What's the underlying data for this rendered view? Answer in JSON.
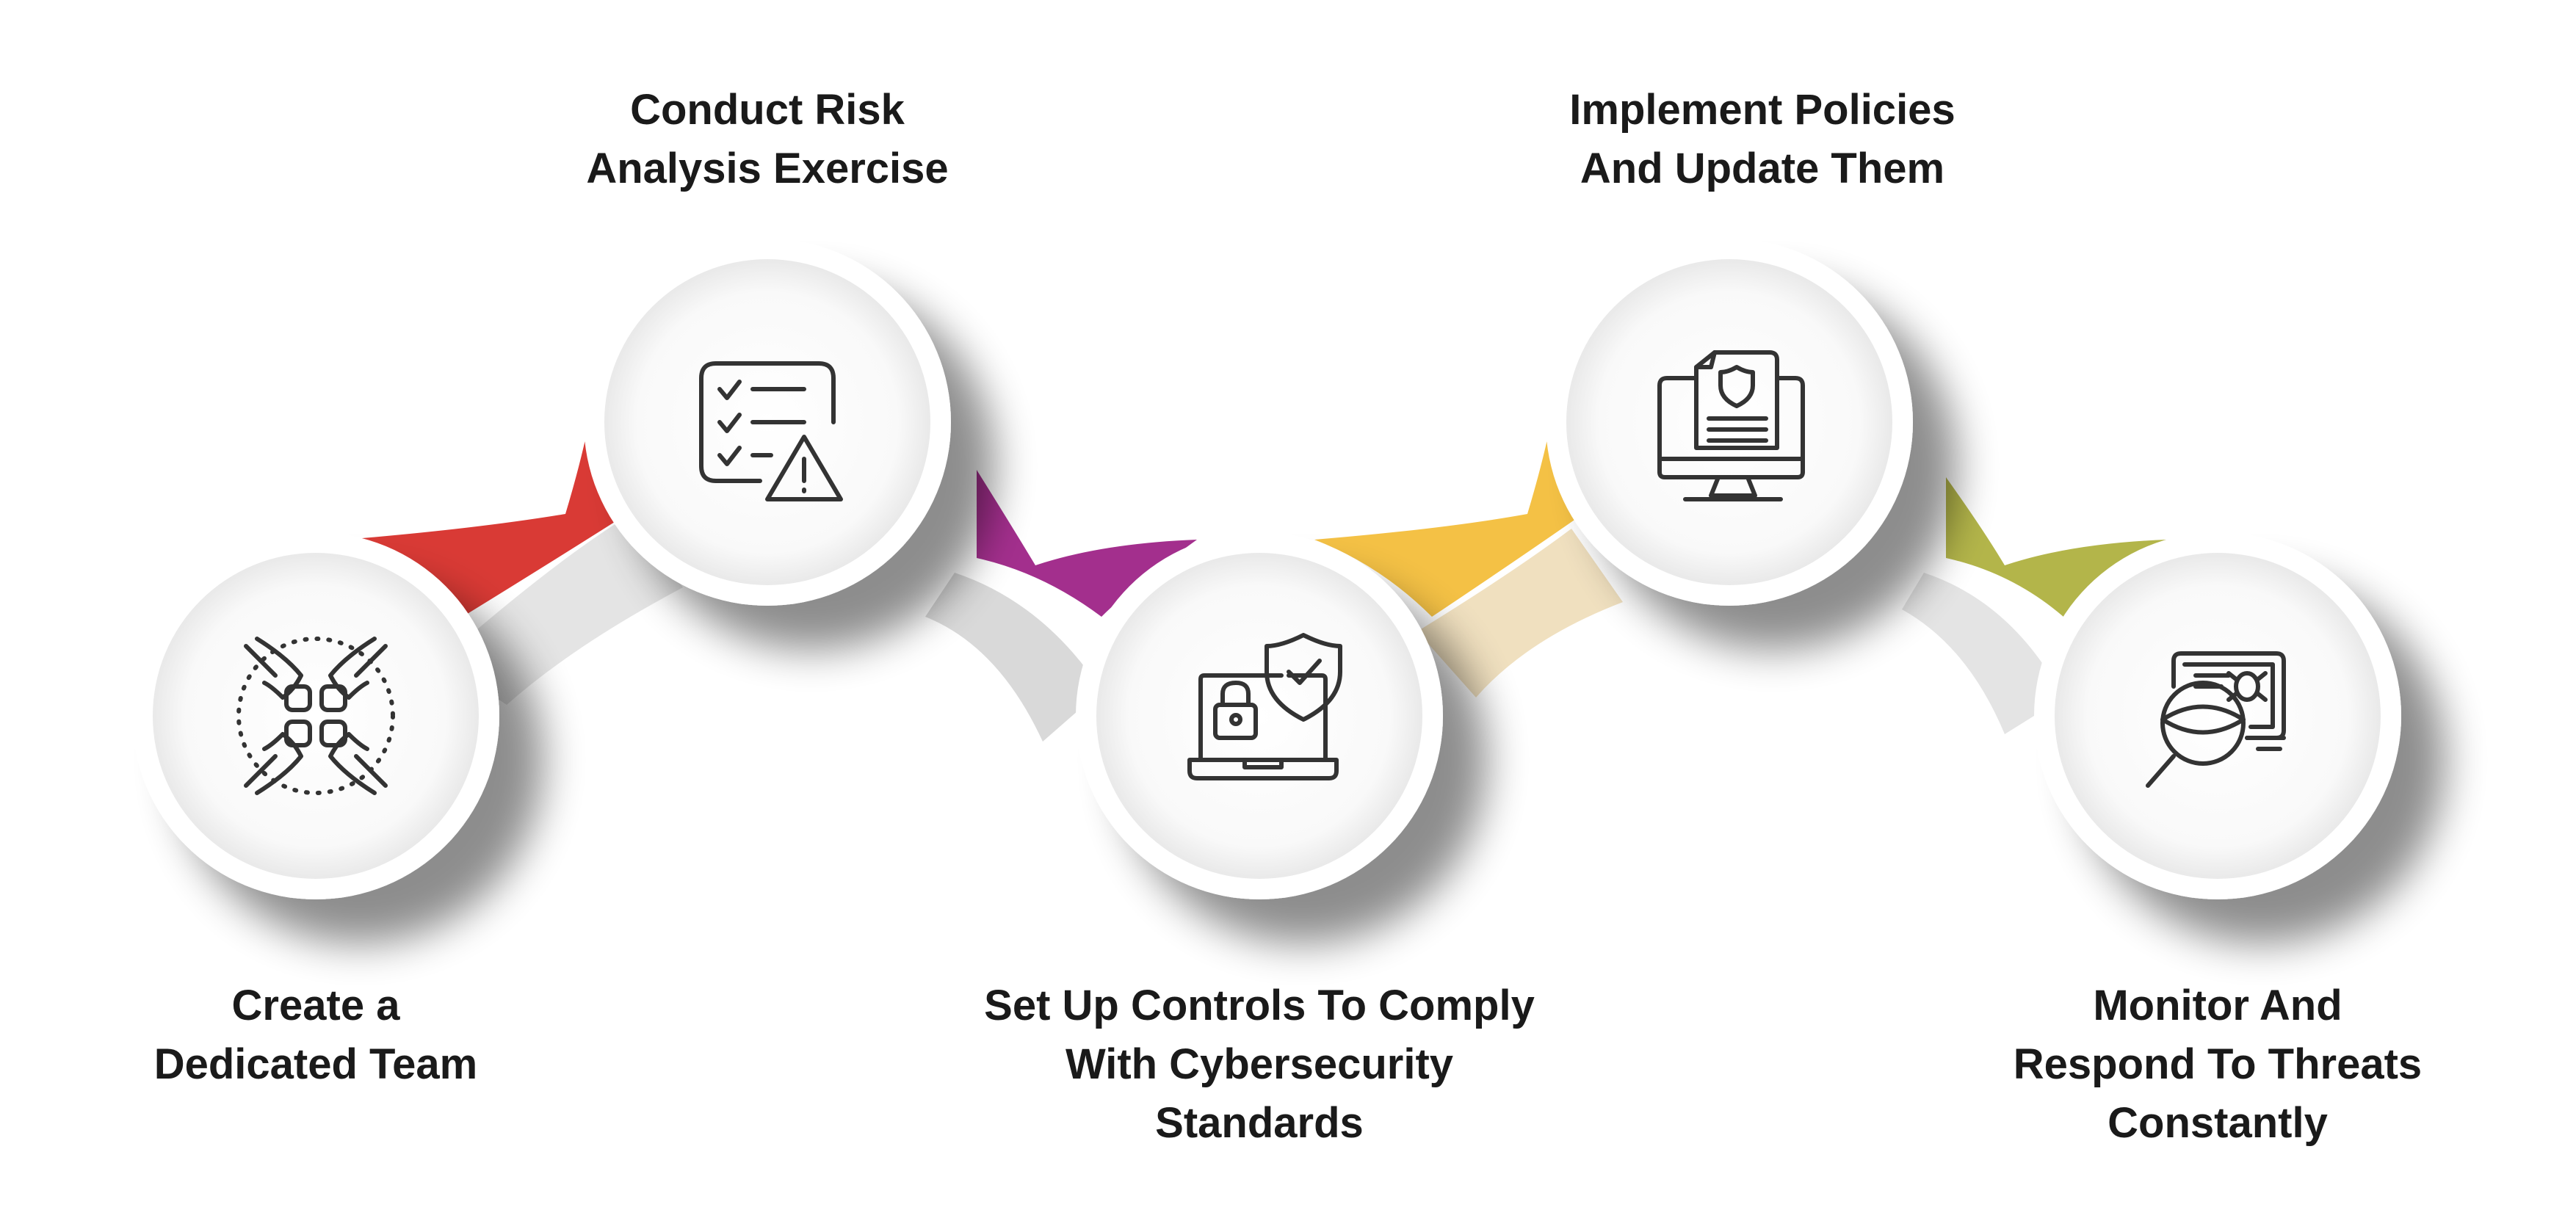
{
  "steps": [
    {
      "id": "team",
      "label_lines": [
        "Create a",
        "Dedicated Team"
      ],
      "icon": "fist-bump-team-icon",
      "connector_color": "#d93a35"
    },
    {
      "id": "risk",
      "label_lines": [
        "Conduct Risk",
        "Analysis Exercise"
      ],
      "icon": "checklist-warning-icon",
      "connector_color": "#a32f8d"
    },
    {
      "id": "controls",
      "label_lines": [
        "Set Up Controls To Comply",
        "With Cybersecurity",
        "Standards"
      ],
      "icon": "laptop-shield-lock-icon",
      "connector_color": "#f4c145"
    },
    {
      "id": "policies",
      "label_lines": [
        "Implement Policies",
        "And Update Them"
      ],
      "icon": "monitor-policy-document-icon",
      "connector_color": "#b3b54a"
    },
    {
      "id": "monitor",
      "label_lines": [
        "Monitor And",
        "Respond To Threats",
        "Constantly"
      ],
      "icon": "magnifier-bug-monitor-icon",
      "connector_color": ""
    }
  ],
  "colors": {
    "circle_fill": "#f7f7f7",
    "ring_fill": "#ffffff",
    "connector_back": "#e4e4e4",
    "icon_stroke": "#333333",
    "text": "#1a1a1a"
  }
}
